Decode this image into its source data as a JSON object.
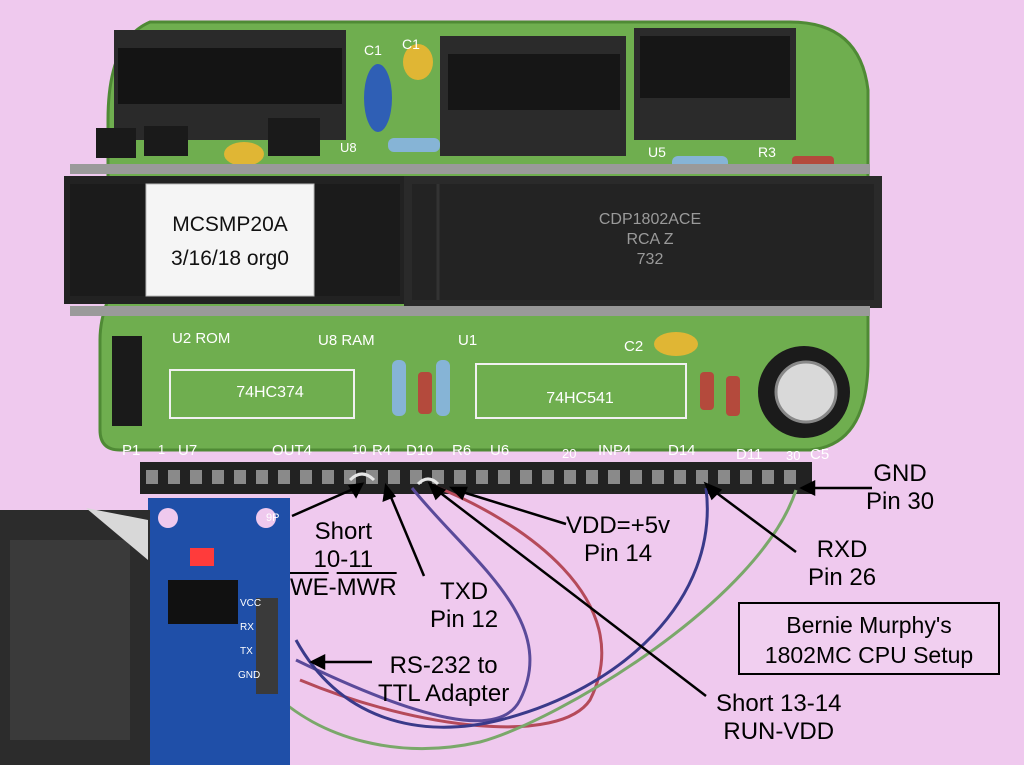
{
  "photo": {
    "chips": {
      "eprom_label_line1": "MCSMP20A",
      "eprom_label_line2": "3/16/18 org0",
      "cpu_line1": "CDP1802ACE",
      "cpu_line2": "RCA Z",
      "cpu_line3": "732",
      "latch": "74HC374",
      "buffer": "74HC541"
    },
    "silkscreen": {
      "u2": "U2 ROM",
      "u8": "U8 RAM",
      "u1": "U1",
      "c2": "C2",
      "p1": "P1",
      "u7": "U7",
      "out4": "OUT4",
      "r4": "R4",
      "d10": "D10",
      "r6": "R6",
      "u6": "U6",
      "inp4": "INP4",
      "d14": "D14",
      "d11": "D11",
      "c5": "C5",
      "num_1": "1",
      "num_10": "10",
      "num_20": "20",
      "num_30": "30",
      "c1a": "C1",
      "c1b": "C1",
      "r3": "R3",
      "u5": "U5",
      "u3": "U8"
    },
    "adapter_marks": {
      "pins": "9P",
      "vcc": "VCC",
      "rx": "RX",
      "tx": "TX",
      "gnd": "GND"
    }
  },
  "callouts": {
    "gnd_line1": "GND",
    "gnd_line2": "Pin 30",
    "short1011_line1": "Short",
    "short1011_line2": "10-11",
    "short1011_we": "WE",
    "short1011_dash": "-",
    "short1011_mwr": "MWR",
    "vdd_line1": "VDD=+5v",
    "vdd_line2": "Pin 14",
    "txd_line1": "TXD",
    "txd_line2": "Pin 12",
    "rxd_line1": "RXD",
    "rxd_line2": "Pin 26",
    "rs232_line1": "RS-232 to",
    "rs232_line2": "TTL Adapter",
    "short1314_line1": "Short 13-14",
    "short1314_line2": "RUN-VDD"
  },
  "title": {
    "line1": "Bernie Murphy's",
    "line2": "1802MC CPU Setup"
  },
  "colors": {
    "background": "#efc9ee",
    "board": "#6fae4f",
    "chip": "#1c1c1c",
    "adapter": "#1f4fa8"
  }
}
